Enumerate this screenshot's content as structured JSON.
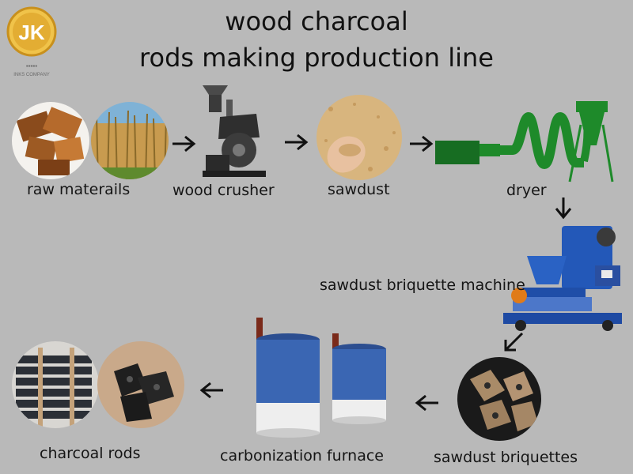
{
  "title": {
    "line1": "wood charcoal",
    "line2": "rods making production line"
  },
  "logo": {
    "monogram": "JK",
    "subtitle": "INKS COMPANY"
  },
  "steps": [
    {
      "label": "raw materails"
    },
    {
      "label": "wood crusher"
    },
    {
      "label": "sawdust"
    },
    {
      "label": "dryer"
    },
    {
      "label": "sawdust briquette machine"
    },
    {
      "label": "sawdust briquettes"
    },
    {
      "label": "carbonization furnace"
    },
    {
      "label": "charcoal rods"
    }
  ],
  "icons": [
    "arrow-right-icon",
    "arrow-down-icon",
    "arrow-left-icon"
  ],
  "colors": {
    "background": "#b9b9b9",
    "machine_green": "#1e8a2a",
    "machine_blue": "#2358b8",
    "furnace_blue": "#3a66b3",
    "logo_gold": "#d9a531"
  }
}
